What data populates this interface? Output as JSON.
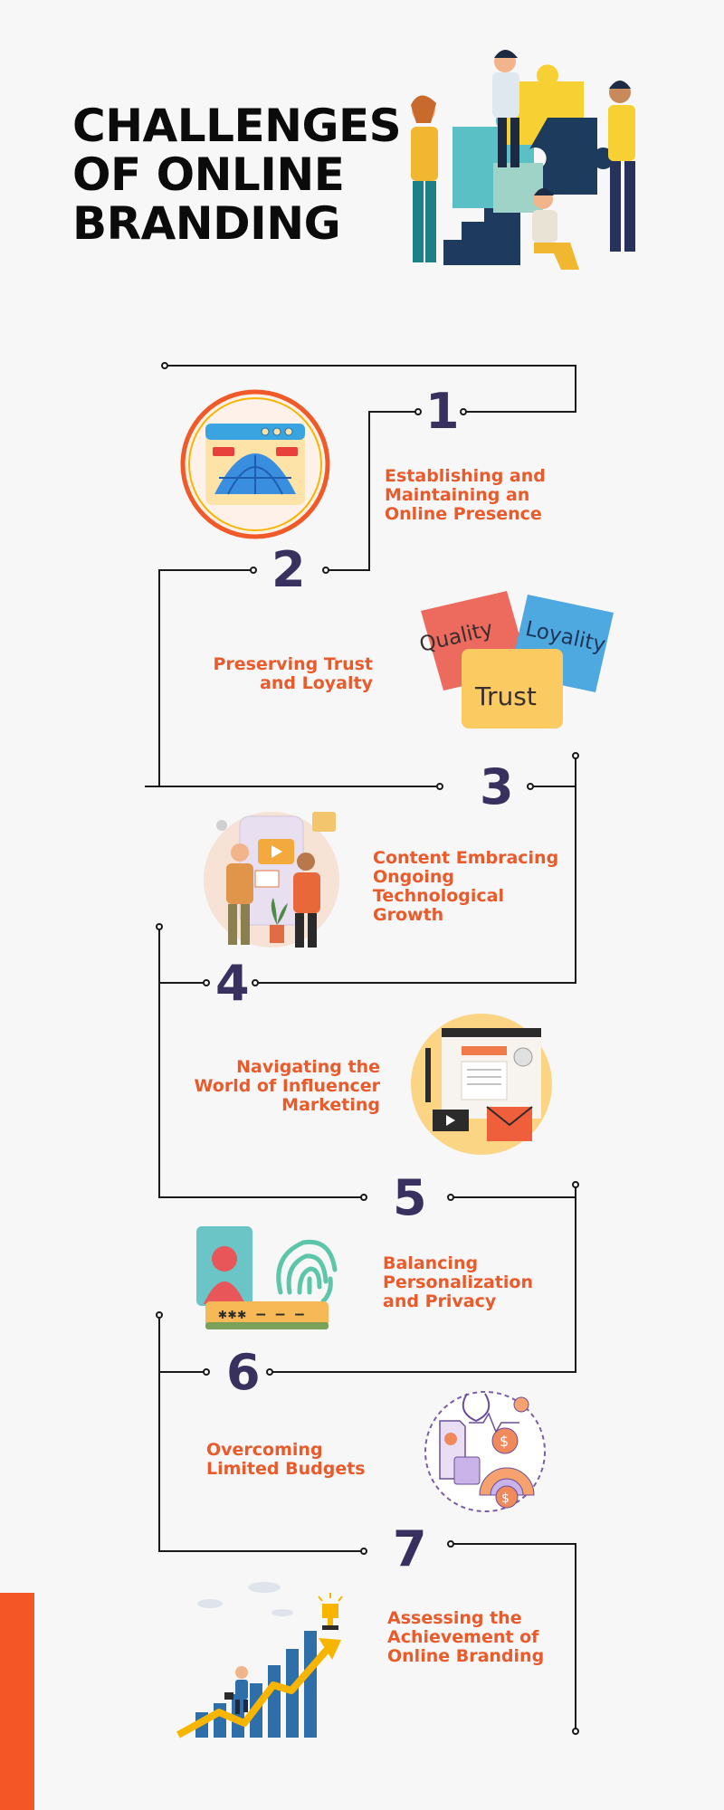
{
  "title": {
    "line1": "CHALLENGES",
    "line2": "OF ONLINE",
    "line3": "BRANDING"
  },
  "steps": [
    {
      "number": "1",
      "label": [
        "Establishing and",
        "Maintaining an",
        "Online Presence"
      ]
    },
    {
      "number": "2",
      "label": [
        "Preserving Trust",
        "and Loyalty"
      ]
    },
    {
      "number": "3",
      "label": [
        "Content Embracing",
        "Ongoing",
        "Technological",
        "Growth"
      ]
    },
    {
      "number": "4",
      "label": [
        "Navigating the",
        "World of Influencer",
        "Marketing"
      ]
    },
    {
      "number": "5",
      "label": [
        "Balancing",
        "Personalization",
        "and Privacy"
      ]
    },
    {
      "number": "6",
      "label": [
        "Overcoming",
        "Limited Budgets"
      ]
    },
    {
      "number": "7",
      "label": [
        "Assessing the",
        "Achievement of",
        "Online Branding"
      ]
    }
  ],
  "sticky_notes": {
    "quality": "Quality",
    "loyalty": "Loyality",
    "trust": "Trust"
  },
  "password_mask": "✱✱✱ – – –",
  "colors": {
    "number": "#38305e",
    "label": "#ea5a2b",
    "accent_bar": "#f45626",
    "line": "#1a1a1a",
    "background": "#f7f7f7"
  },
  "icons": {
    "hero": "puzzle-team-illustration",
    "step1": "browser-window-icon",
    "step2": "sticky-notes-illustration",
    "step3": "content-creators-illustration",
    "step4": "media-content-icon",
    "step5": "fingerprint-privacy-icon",
    "step6": "budget-health-icon",
    "step7": "growth-trophy-illustration"
  }
}
